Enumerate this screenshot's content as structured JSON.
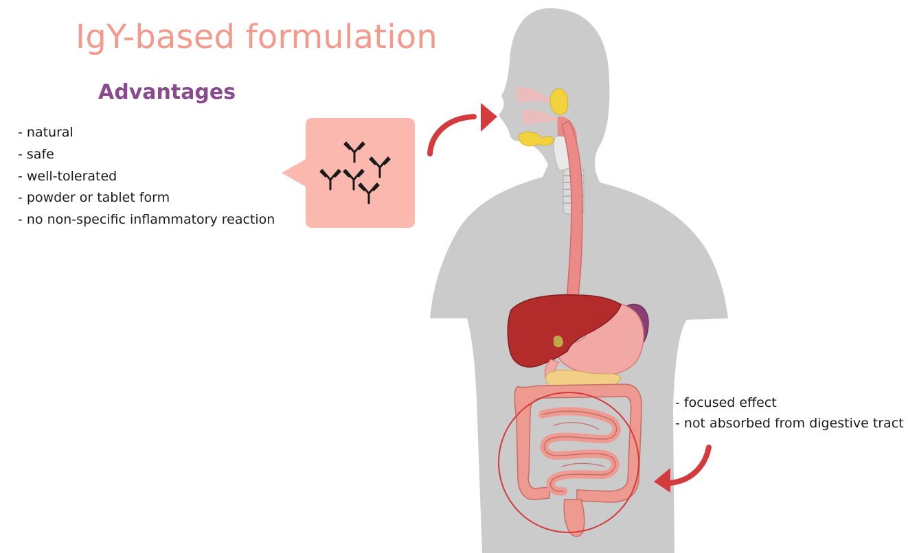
{
  "title": "IgY-based formulation",
  "subtitle": "Advantages",
  "advantages": [
    "- natural",
    "- safe",
    "- well-tolerated",
    "- powder or tablet form",
    "- no non-specific inflammatory reaction"
  ],
  "intestine_effects": [
    "- focused effect",
    "- not absorbed from digestive tract"
  ],
  "colors": {
    "title": "#f39a8c",
    "subtitle": "#8a4a8e",
    "body_silhouette": "#cbcbcb",
    "callout_fill": "#fbb8ae",
    "arrow": "#d33b3d",
    "liver": "#b32b2a",
    "esophagus": "#ec8a88",
    "intestine": "#ef9a90",
    "pancreas": "#f2cf86",
    "spleen": "#8a3f73",
    "salivary_glands": "#f2d23d",
    "antibody": "#1a1a1a"
  },
  "icons": [
    "antibody-icon",
    "curved-arrow-icon"
  ]
}
